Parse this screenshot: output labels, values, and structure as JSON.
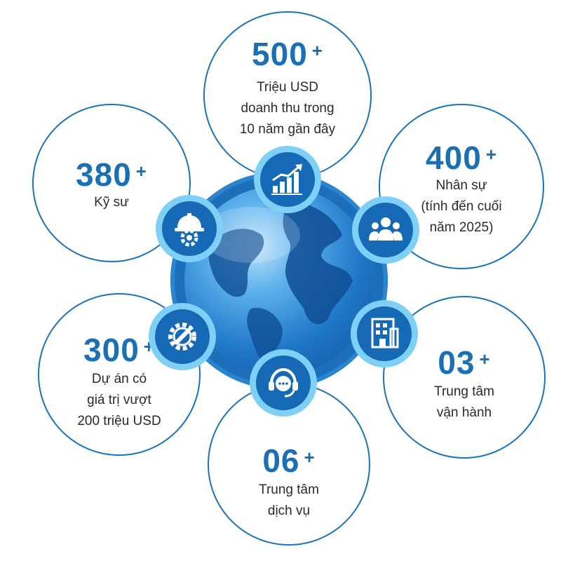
{
  "stats": {
    "revenue": {
      "number": "500",
      "suffix": "+",
      "description": "Triệu USD\ndoanh thu trong\n10 năm gần đây"
    },
    "engineers": {
      "number": "380",
      "suffix": "+",
      "description": "Kỹ sư"
    },
    "staff": {
      "number": "400",
      "suffix": "+",
      "description": "Nhân sự\n(tính đến cuối\nnăm 2025)"
    },
    "projects": {
      "number": "300",
      "suffix": "+",
      "description": "Dự án có\ngiá trị vượt\n200 triệu USD"
    },
    "centers": {
      "number": "03",
      "suffix": "+",
      "description": "Trung tâm\nvận hành"
    },
    "service": {
      "number": "06",
      "suffix": "+",
      "description": "Trung tâm\ndịch vụ"
    }
  },
  "icons": {
    "revenue": "growth-chart-icon",
    "engineers": "engineer-helmet-gear-icon",
    "staff": "people-group-icon",
    "projects": "gear-wrench-icon",
    "centers": "office-building-icon",
    "service": "customer-support-headset-icon"
  },
  "colors": {
    "primary": "#1a6fb5",
    "badge_ring": "#7fd0f7",
    "badge_fill": "#1669b5",
    "text": "#2a2a2a"
  }
}
